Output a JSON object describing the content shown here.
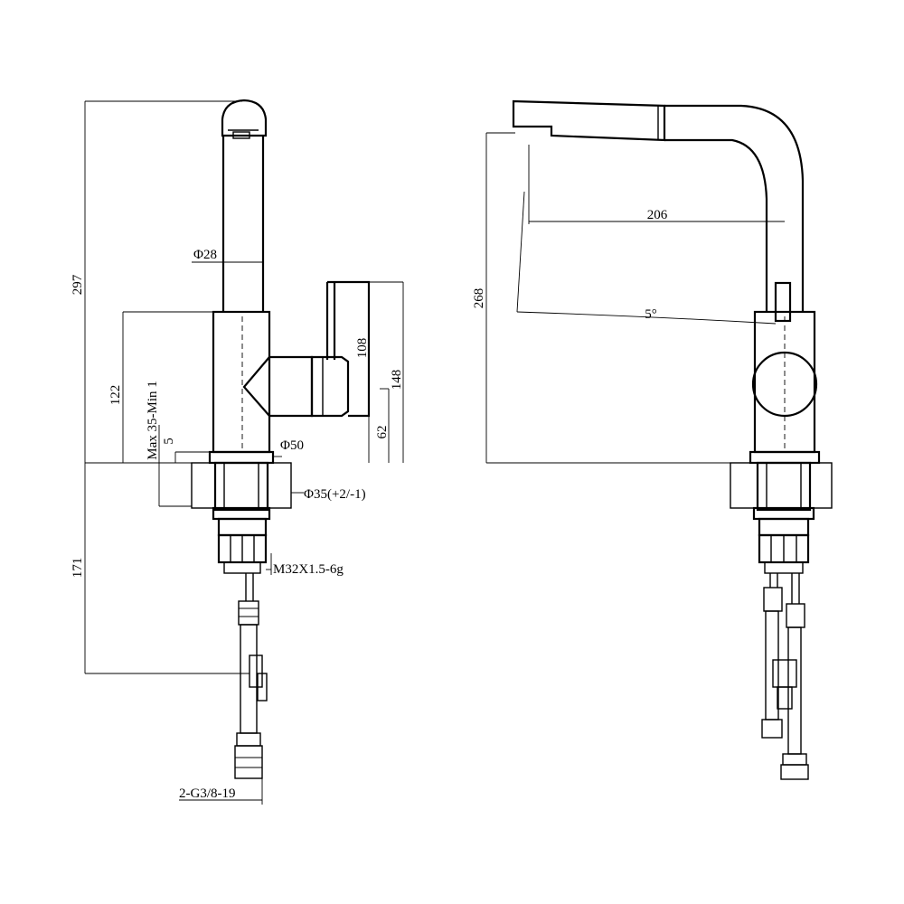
{
  "side_view": {
    "dims": {
      "total_height": "297",
      "body_height": "122",
      "spout_diameter": "Φ28",
      "handle_width": "108",
      "handle_height": "148",
      "handle_offset": "62",
      "base_diameter": "Φ50",
      "deck_thickness": "Max 35-Min 1",
      "small_gap": "5",
      "hole_diameter": "Φ35(+2/-1)",
      "thread": "M32X1.5-6g",
      "under_length": "171",
      "hose_connection": "2-G3/8-19"
    }
  },
  "front_view": {
    "dims": {
      "total_height": "268",
      "reach": "206",
      "angle": "5°"
    }
  }
}
